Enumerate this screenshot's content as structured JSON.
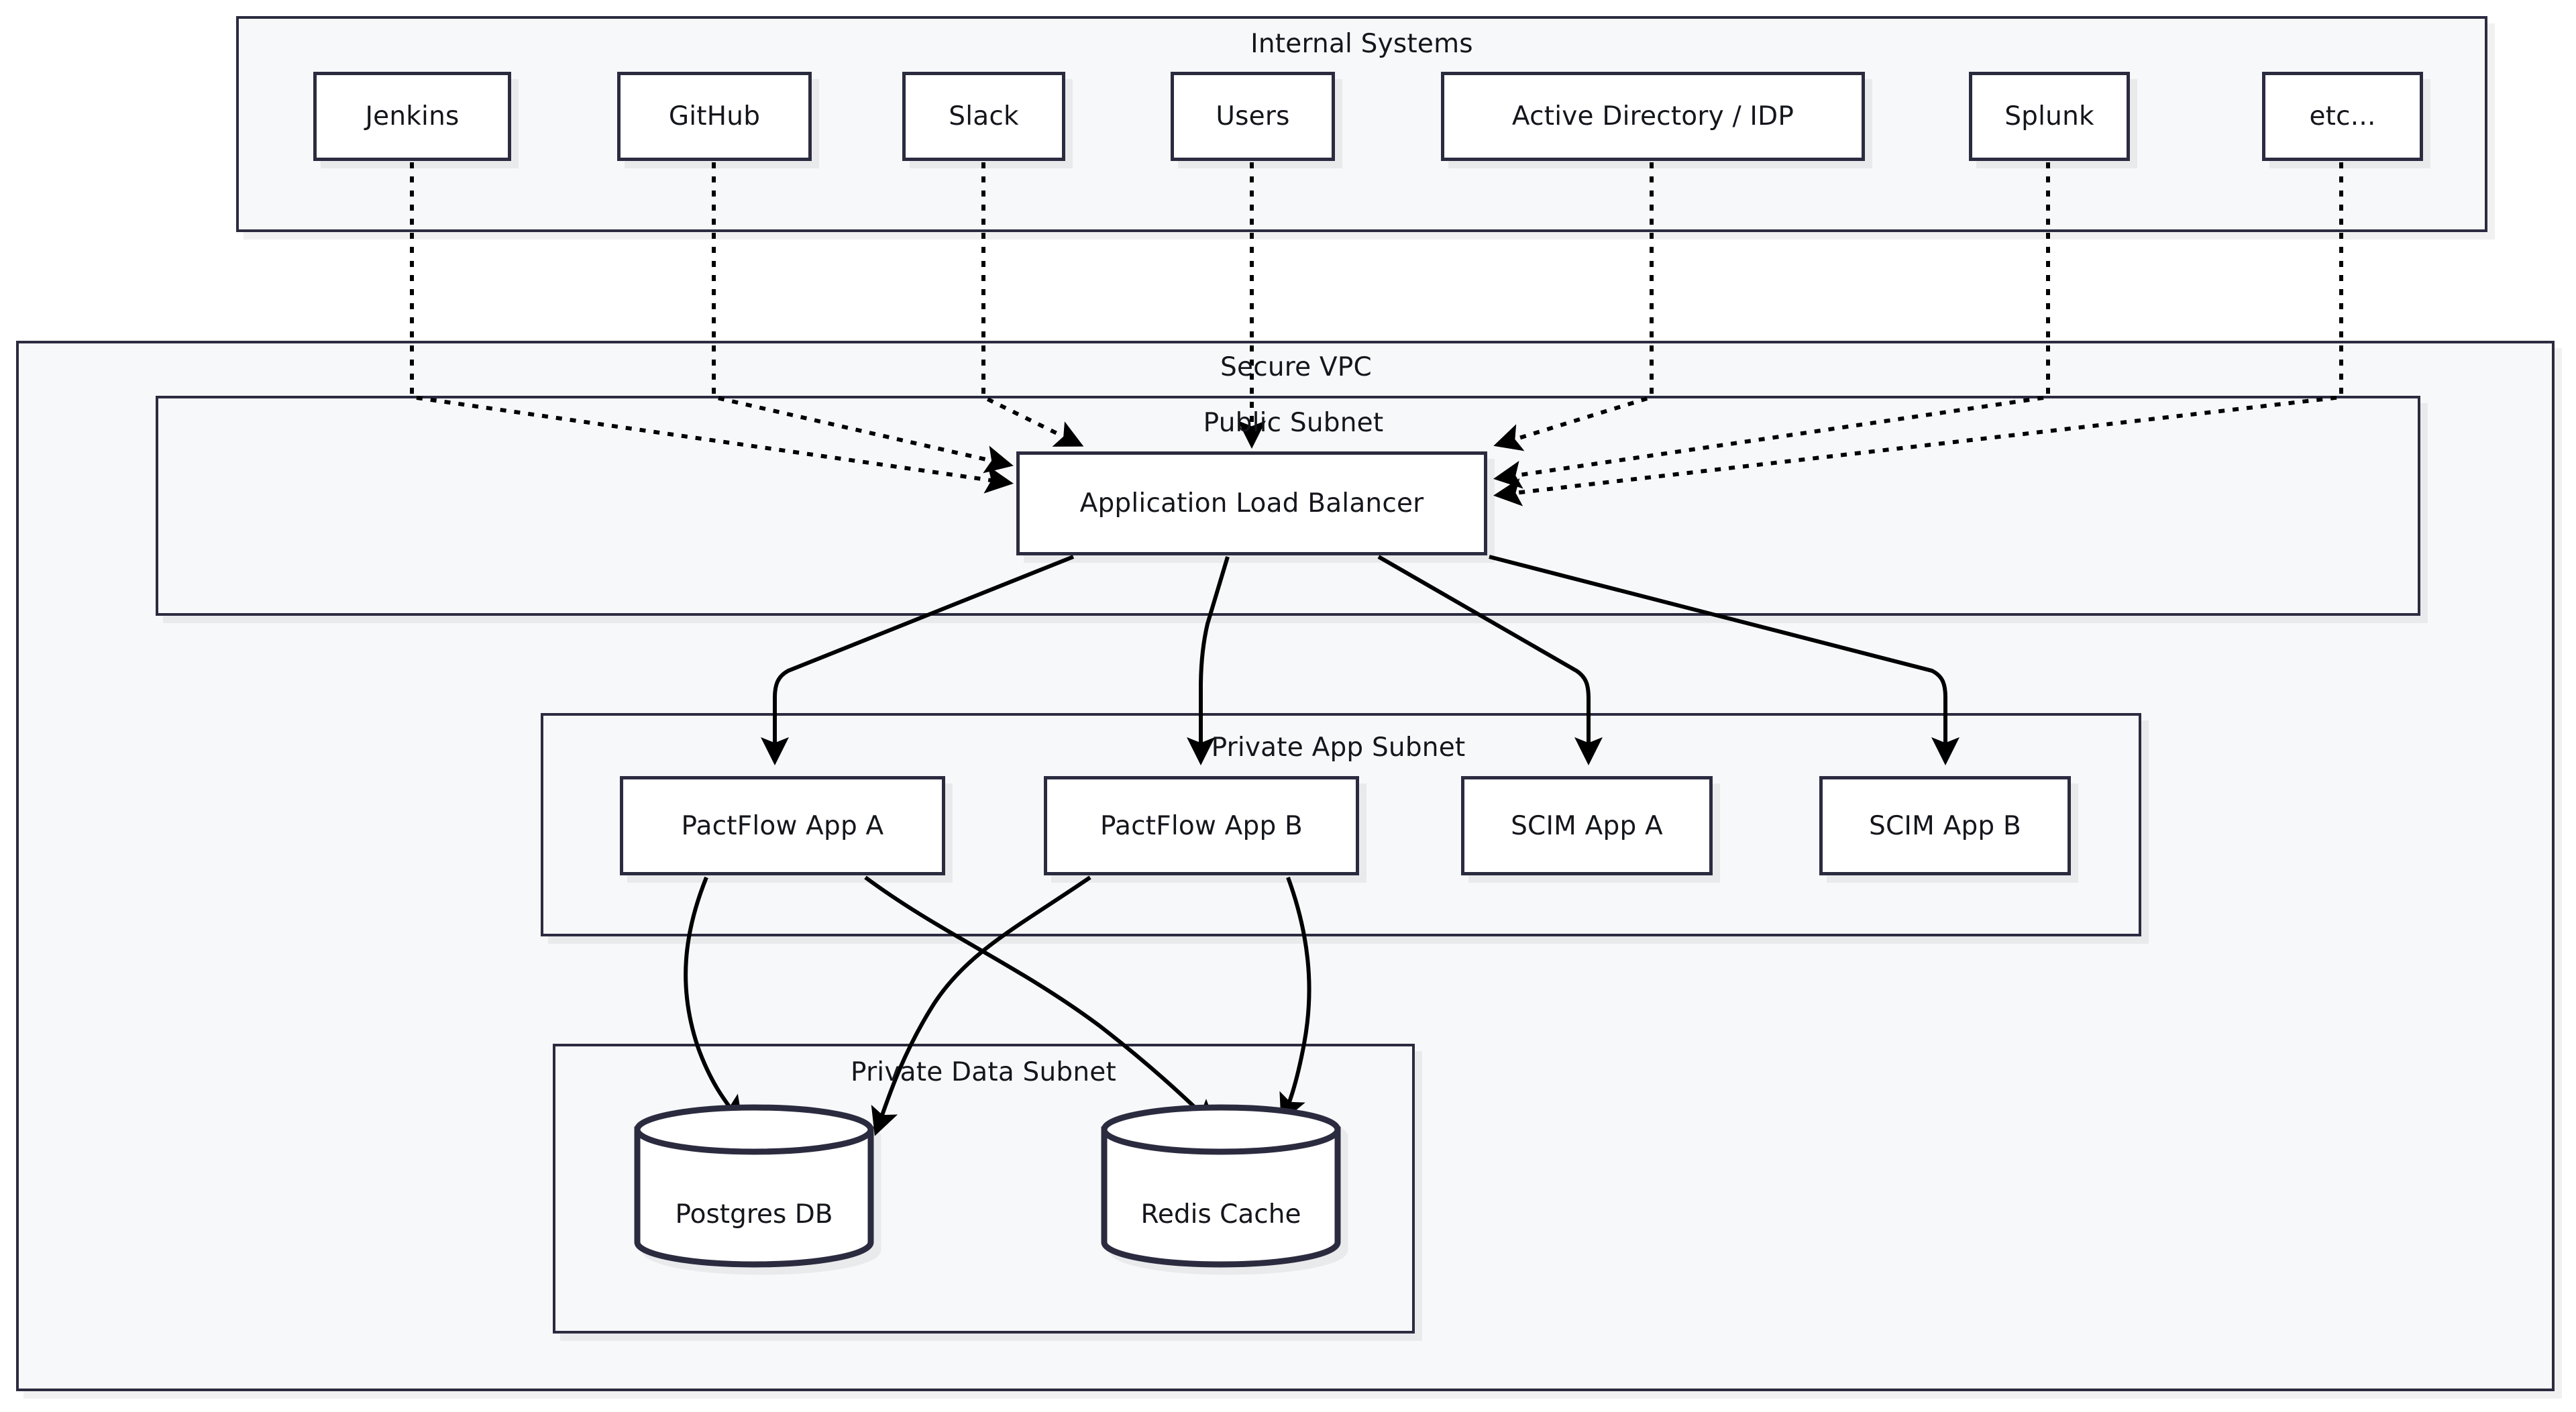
{
  "diagram": {
    "title": "Secure VPC Deployment Architecture",
    "type": "architecture-flowchart",
    "colors": {
      "cluster_fill": "#f7f8fa",
      "cluster_stroke": "#2b2b40",
      "node_fill": "#ffffff",
      "node_stroke": "#2b2b40",
      "text": "#15161c",
      "edge": "#000000",
      "page_background": "#ffffff"
    }
  },
  "clusters": {
    "internal_systems": {
      "label": "Internal Systems"
    },
    "secure_vpc": {
      "label": "Secure VPC"
    },
    "public_subnet": {
      "label": "Public Subnet"
    },
    "private_app_subnet": {
      "label": "Private App Subnet"
    },
    "private_data_subnet": {
      "label": "Private Data Subnet"
    }
  },
  "nodes": {
    "internal": [
      {
        "id": "jenkins",
        "label": "Jenkins"
      },
      {
        "id": "github",
        "label": "GitHub"
      },
      {
        "id": "slack",
        "label": "Slack"
      },
      {
        "id": "users",
        "label": "Users"
      },
      {
        "id": "active-directory",
        "label": "Active Directory / IDP"
      },
      {
        "id": "splunk",
        "label": "Splunk"
      },
      {
        "id": "etc",
        "label": "etc..."
      }
    ],
    "public": [
      {
        "id": "alb",
        "label": "Application Load Balancer"
      }
    ],
    "app": [
      {
        "id": "pactflow-app-a",
        "label": "PactFlow App A"
      },
      {
        "id": "pactflow-app-b",
        "label": "PactFlow App B"
      },
      {
        "id": "scim-app-a",
        "label": "SCIM App A"
      },
      {
        "id": "scim-app-b",
        "label": "SCIM App B"
      }
    ],
    "data": [
      {
        "id": "postgres-db",
        "label": "Postgres DB"
      },
      {
        "id": "redis-cache",
        "label": "Redis Cache"
      }
    ]
  },
  "edges": [
    {
      "from": "jenkins",
      "to": "alb",
      "style": "dotted"
    },
    {
      "from": "github",
      "to": "alb",
      "style": "dotted"
    },
    {
      "from": "slack",
      "to": "alb",
      "style": "dotted"
    },
    {
      "from": "users",
      "to": "alb",
      "style": "dotted"
    },
    {
      "from": "active-directory",
      "to": "alb",
      "style": "dotted"
    },
    {
      "from": "splunk",
      "to": "alb",
      "style": "dotted"
    },
    {
      "from": "etc",
      "to": "alb",
      "style": "dotted"
    },
    {
      "from": "alb",
      "to": "pactflow-app-a",
      "style": "solid"
    },
    {
      "from": "alb",
      "to": "pactflow-app-b",
      "style": "solid"
    },
    {
      "from": "alb",
      "to": "scim-app-a",
      "style": "solid"
    },
    {
      "from": "alb",
      "to": "scim-app-b",
      "style": "solid"
    },
    {
      "from": "pactflow-app-a",
      "to": "postgres-db",
      "style": "solid"
    },
    {
      "from": "pactflow-app-a",
      "to": "redis-cache",
      "style": "solid"
    },
    {
      "from": "pactflow-app-b",
      "to": "postgres-db",
      "style": "solid"
    },
    {
      "from": "pactflow-app-b",
      "to": "redis-cache",
      "style": "solid"
    }
  ]
}
